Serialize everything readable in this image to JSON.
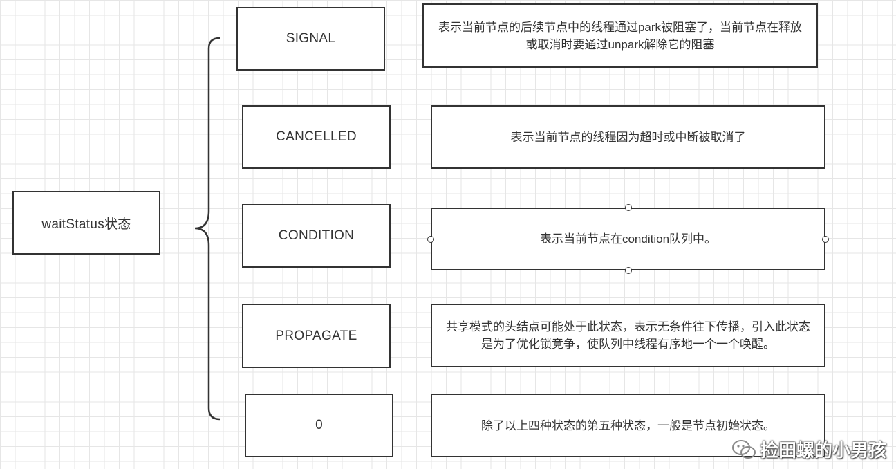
{
  "root": {
    "label": "waitStatus状态"
  },
  "statuses": [
    {
      "name": "SIGNAL",
      "description": "表示当前节点的后续节点中的线程通过park被阻塞了，当前节点在释放或取消时要通过unpark解除它的阻塞"
    },
    {
      "name": "CANCELLED",
      "description": "表示当前节点的线程因为超时或中断被取消了"
    },
    {
      "name": "CONDITION",
      "description": "表示当前节点在condition队列中。"
    },
    {
      "name": "PROPAGATE",
      "description": "共享模式的头结点可能处于此状态，表示无条件往下传播，引入此状态是为了优化锁竞争，使队列中线程有序地一个一个唤醒。"
    },
    {
      "name": "0",
      "description": "除了以上四种状态的第五种状态，一般是节点初始状态。"
    }
  ],
  "watermark": {
    "text": "捡田螺的小男孩",
    "icon": "wechat-icon"
  },
  "colors": {
    "border": "#333333",
    "grid": "#e6e6e6",
    "background": "#ffffff"
  }
}
